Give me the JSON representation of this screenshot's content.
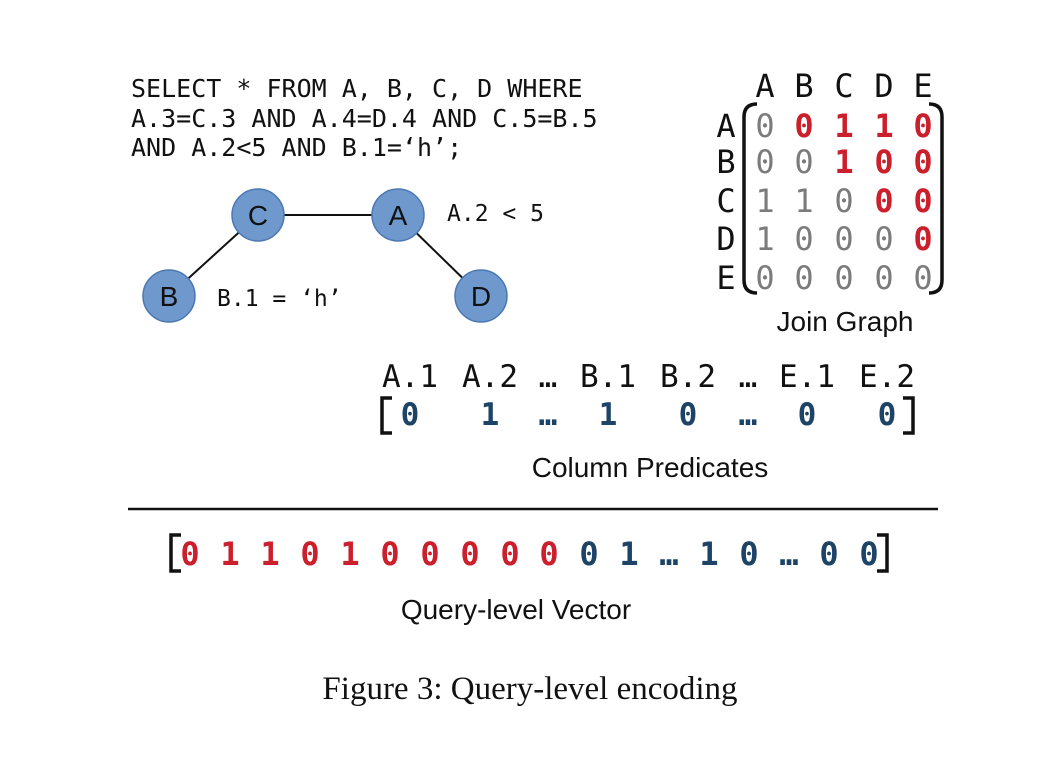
{
  "sql": {
    "lines": [
      "SELECT * FROM A, B, C, D WHERE",
      "A.3=C.3 AND A.4=D.4 AND C.5=B.5",
      "AND A.2<5 AND B.1=‘h’;"
    ]
  },
  "graph": {
    "nodes": [
      "C",
      "A",
      "B",
      "D"
    ],
    "predicates": {
      "a": "A.2 < 5",
      "b": "B.1 = ‘h’"
    }
  },
  "join_matrix": {
    "col_labels": [
      "A",
      "B",
      "C",
      "D",
      "E"
    ],
    "row_labels": [
      "A",
      "B",
      "C",
      "D",
      "E"
    ],
    "rows": [
      [
        "0",
        "0",
        "1",
        "1",
        "0"
      ],
      [
        "0",
        "0",
        "1",
        "0",
        "0"
      ],
      [
        "1",
        "1",
        "0",
        "0",
        "0"
      ],
      [
        "1",
        "0",
        "0",
        "0",
        "0"
      ],
      [
        "0",
        "0",
        "0",
        "0",
        "0"
      ]
    ],
    "highlight": [
      [
        false,
        true,
        true,
        true,
        true
      ],
      [
        false,
        false,
        true,
        true,
        true
      ],
      [
        false,
        false,
        false,
        true,
        true
      ],
      [
        false,
        false,
        false,
        false,
        true
      ],
      [
        false,
        false,
        false,
        false,
        false
      ]
    ],
    "caption": "Join Graph"
  },
  "column_predicates": {
    "headers": [
      "A.1",
      "A.2",
      "…",
      "B.1",
      "B.2",
      "…",
      "E.1",
      "E.2"
    ],
    "values": [
      "0",
      "1",
      "…",
      "1",
      "0",
      "…",
      "0",
      "0"
    ],
    "caption": "Column Predicates"
  },
  "query_vector": {
    "red_values": [
      "0",
      "1",
      "1",
      "0",
      "1",
      "0",
      "0",
      "0",
      "0",
      "0"
    ],
    "blue_values": [
      "0",
      "1",
      "…",
      "1",
      "0",
      "…",
      "0",
      "0"
    ],
    "caption": "Query-level Vector"
  },
  "figure_caption": "Figure 3: Query-level encoding",
  "colors": {
    "red": "#cc1f2c",
    "gray": "#7b7b7b",
    "blue": "#1d4467",
    "node_fill": "#6f98cd",
    "black": "#111111"
  }
}
